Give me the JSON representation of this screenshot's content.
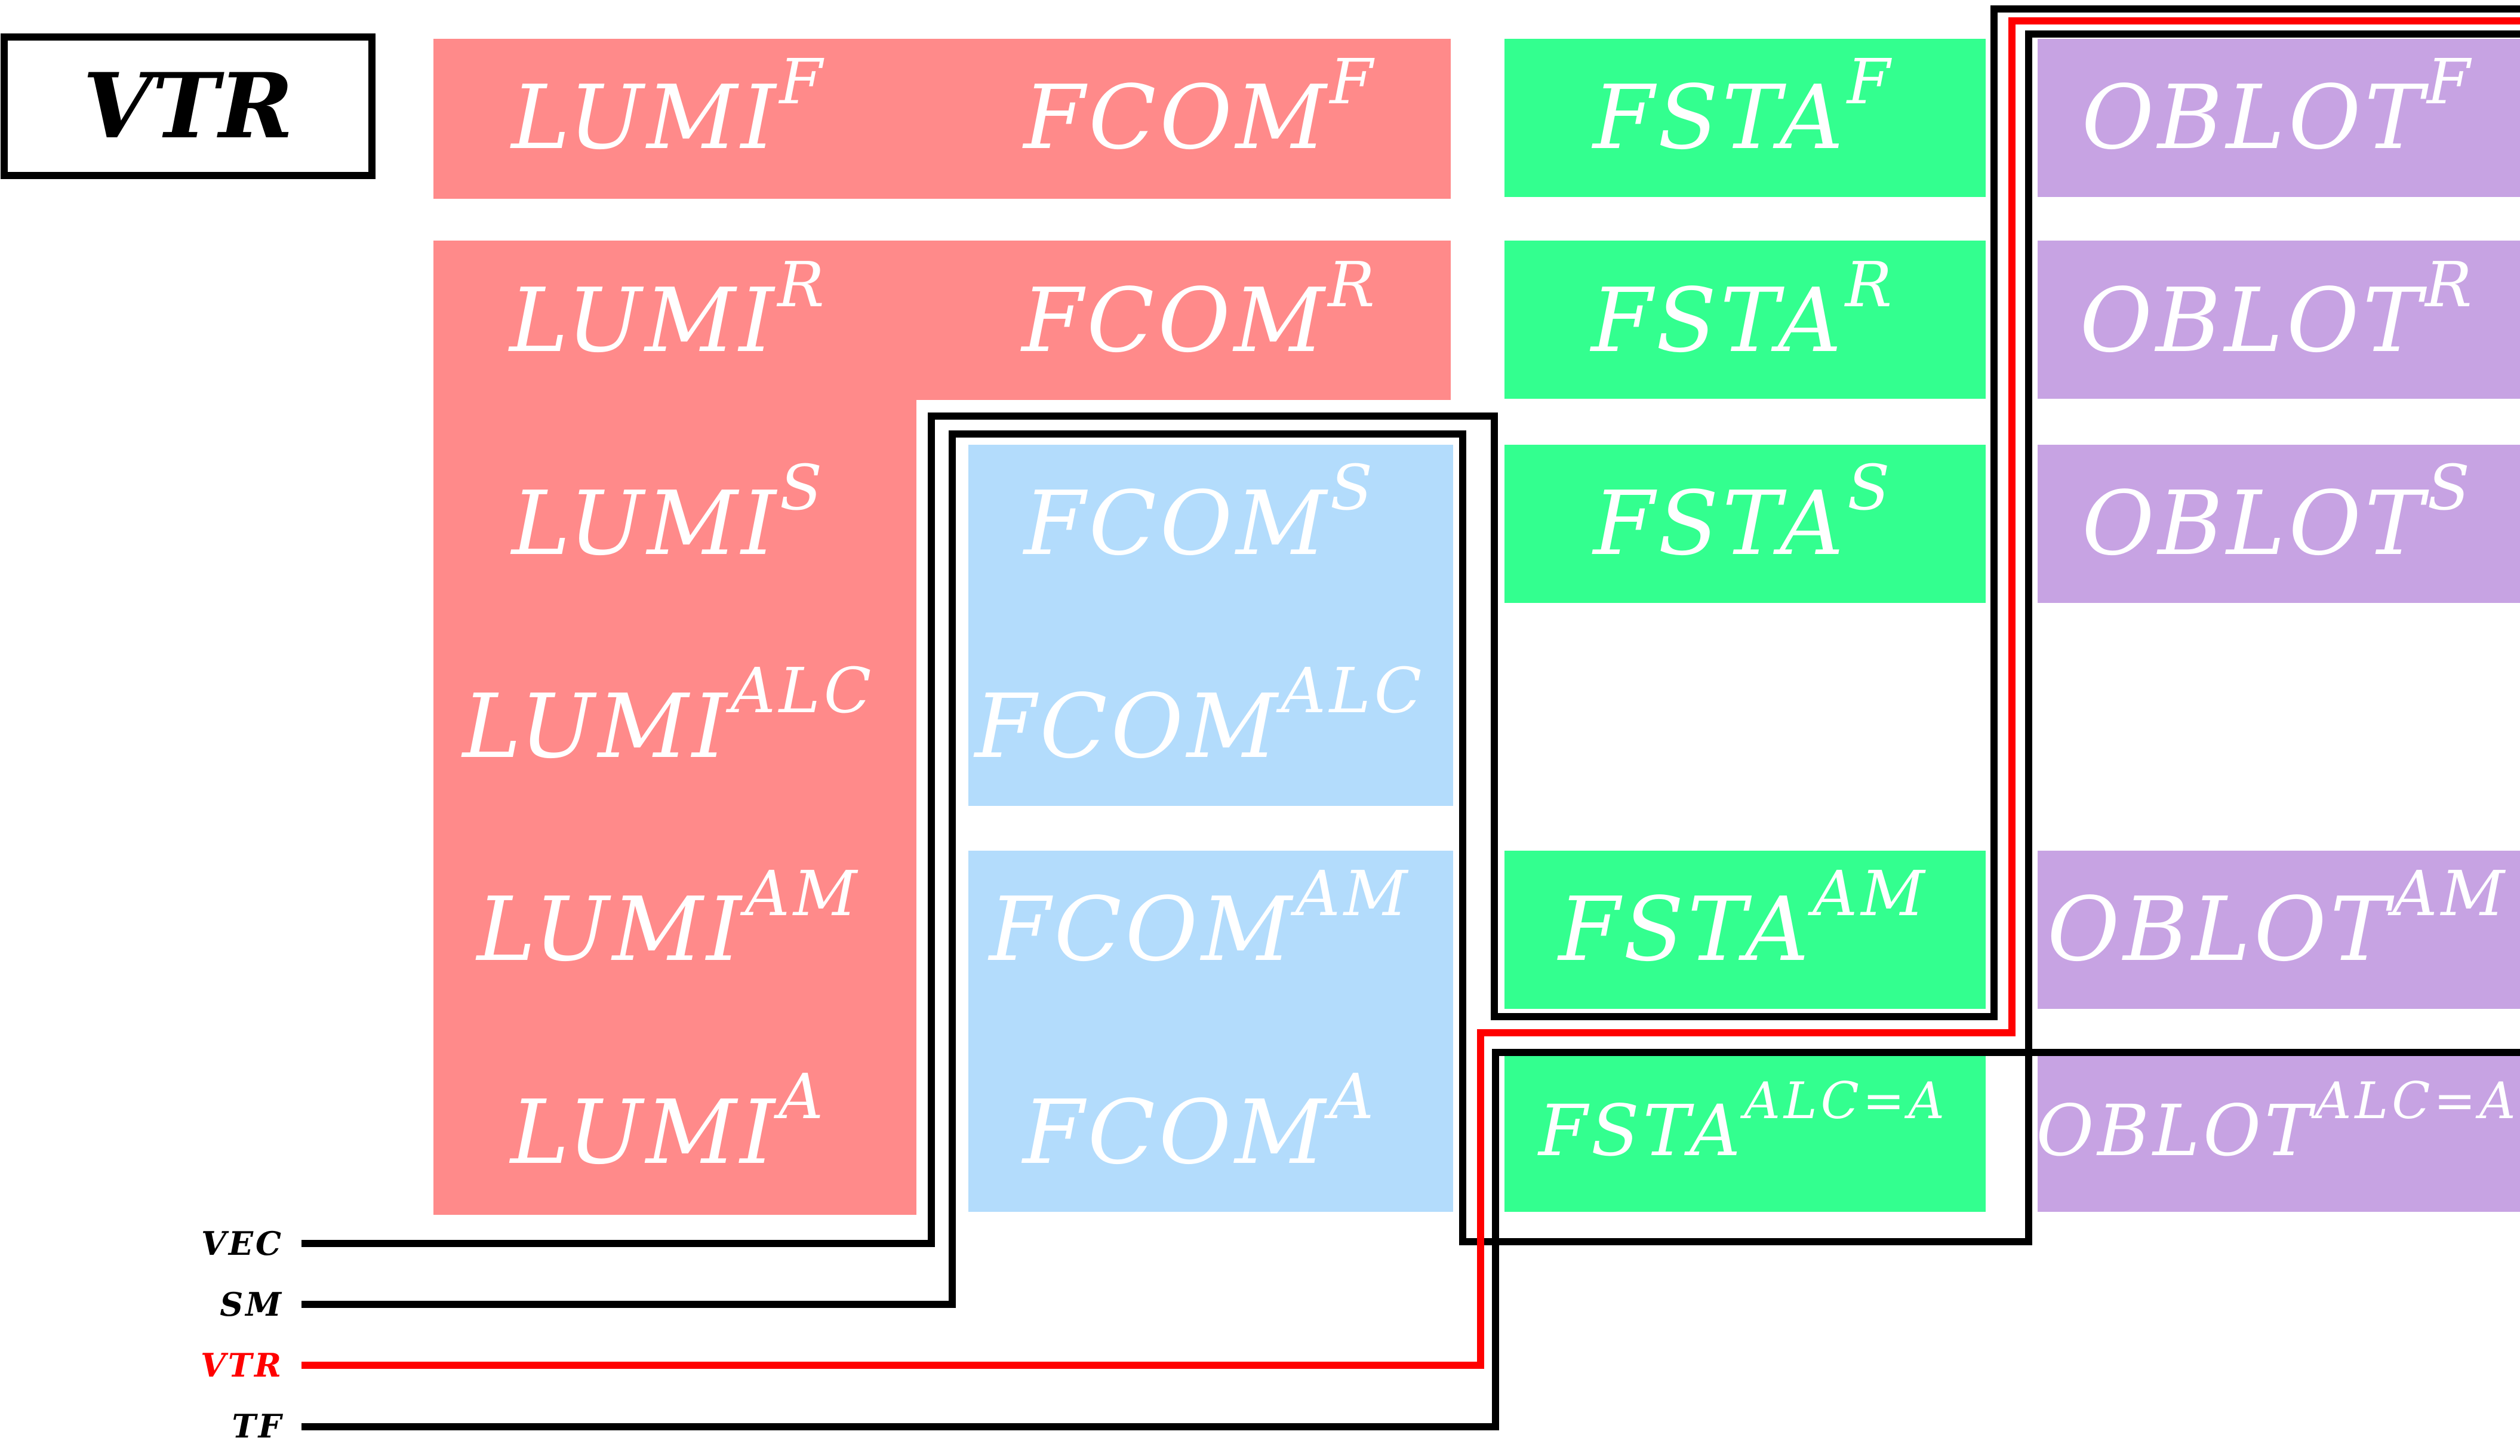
{
  "title": "VTR",
  "colors": {
    "lumi": "#ff8a8a",
    "fcom_red": "#ff8a8a",
    "fcom_blue": "#b3dcfc",
    "fsta": "#33ff8f",
    "oblot": "#c7a3e3",
    "line_black": "#000000",
    "line_red": "#ff0000"
  },
  "cells": {
    "lumi_f": {
      "base": "LUMI",
      "sup": "F"
    },
    "fcom_f": {
      "base": "FCOM",
      "sup": "F"
    },
    "fsta_f": {
      "base": "FSTA",
      "sup": "F"
    },
    "oblot_f": {
      "base": "OBLOT",
      "sup": "F"
    },
    "lumi_r": {
      "base": "LUMI",
      "sup": "R"
    },
    "fcom_r": {
      "base": "FCOM",
      "sup": "R"
    },
    "fsta_r": {
      "base": "FSTA",
      "sup": "R"
    },
    "oblot_r": {
      "base": "OBLOT",
      "sup": "R"
    },
    "lumi_s": {
      "base": "LUMI",
      "sup": "S"
    },
    "fcom_s": {
      "base": "FCOM",
      "sup": "S"
    },
    "fsta_s": {
      "base": "FSTA",
      "sup": "S"
    },
    "oblot_s": {
      "base": "OBLOT",
      "sup": "S"
    },
    "lumi_alc": {
      "base": "LUMI",
      "sup": "ALC"
    },
    "fcom_alc": {
      "base": "FCOM",
      "sup": "ALC"
    },
    "lumi_am": {
      "base": "LUMI",
      "sup": "AM"
    },
    "fcom_am": {
      "base": "FCOM",
      "sup": "AM"
    },
    "fsta_am": {
      "base": "FSTA",
      "sup": "AM"
    },
    "oblot_am": {
      "base": "OBLOT",
      "sup": "AM"
    },
    "lumi_a": {
      "base": "LUMI",
      "sup": "A"
    },
    "fcom_a": {
      "base": "FCOM",
      "sup": "A"
    },
    "fsta_alc_a": {
      "base": "FSTA",
      "sup": "ALC=A"
    },
    "oblot_alc_a": {
      "base": "OBLOT",
      "sup": "ALC=A"
    }
  },
  "legend": {
    "vec": "VEC",
    "sm": "SM",
    "vtr": "VTR",
    "tf": "TF"
  }
}
